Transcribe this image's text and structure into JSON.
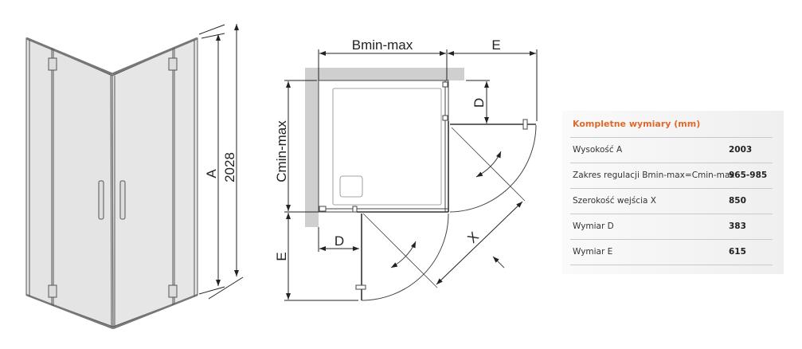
{
  "perspective": {
    "label_a": "A",
    "label_total_height": "2028"
  },
  "plan": {
    "label_b": "Bmin-max",
    "label_c": "Cmin-max",
    "label_e_top": "E",
    "label_e_left": "E",
    "label_d_right": "D",
    "label_d_bottom": "D",
    "label_x": "X"
  },
  "colors": {
    "accent": "#e0692a",
    "wall": "#cfcfcf",
    "glass": "#e4e4e4"
  },
  "table": {
    "title": "Kompletne wymiary (mm)",
    "rows": [
      {
        "label": "Wysokość A",
        "value": "2003"
      },
      {
        "label": "Zakres regulacji Bmin-max=Cmin-max",
        "value": "965-985"
      },
      {
        "label": "Szerokość wejścia X",
        "value": "850"
      },
      {
        "label": "Wymiar D",
        "value": "383"
      },
      {
        "label": "Wymiar E",
        "value": "615"
      }
    ]
  }
}
